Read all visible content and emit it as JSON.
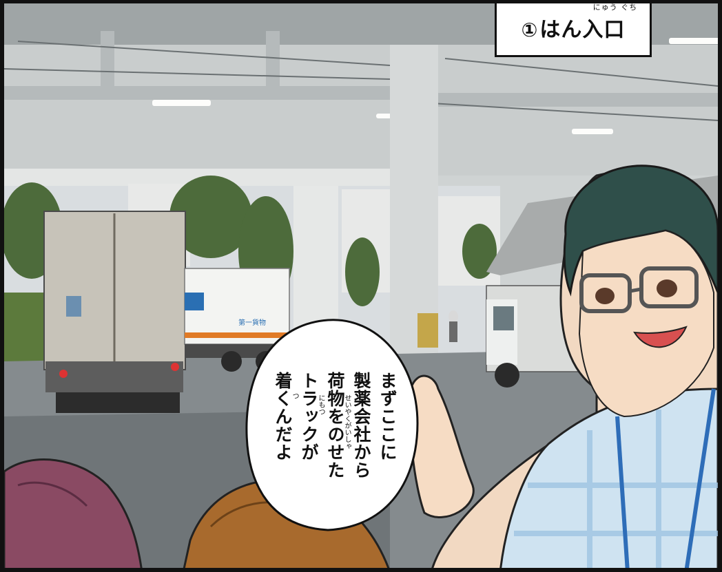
{
  "title": {
    "number": "①",
    "text": "はん入口",
    "ruby": "にゅう ぐち"
  },
  "speech": {
    "lines": [
      "まずここに",
      "製薬会社から",
      "荷物をのせた",
      "トラックが",
      "着くんだよ"
    ],
    "ruby_seiyakugaisha": "せいやくがいしゃ",
    "ruby_nimotsu": "にもつ",
    "ruby_tsu": "つ"
  },
  "scene": {
    "truck_logo_text": "第一貨物"
  }
}
